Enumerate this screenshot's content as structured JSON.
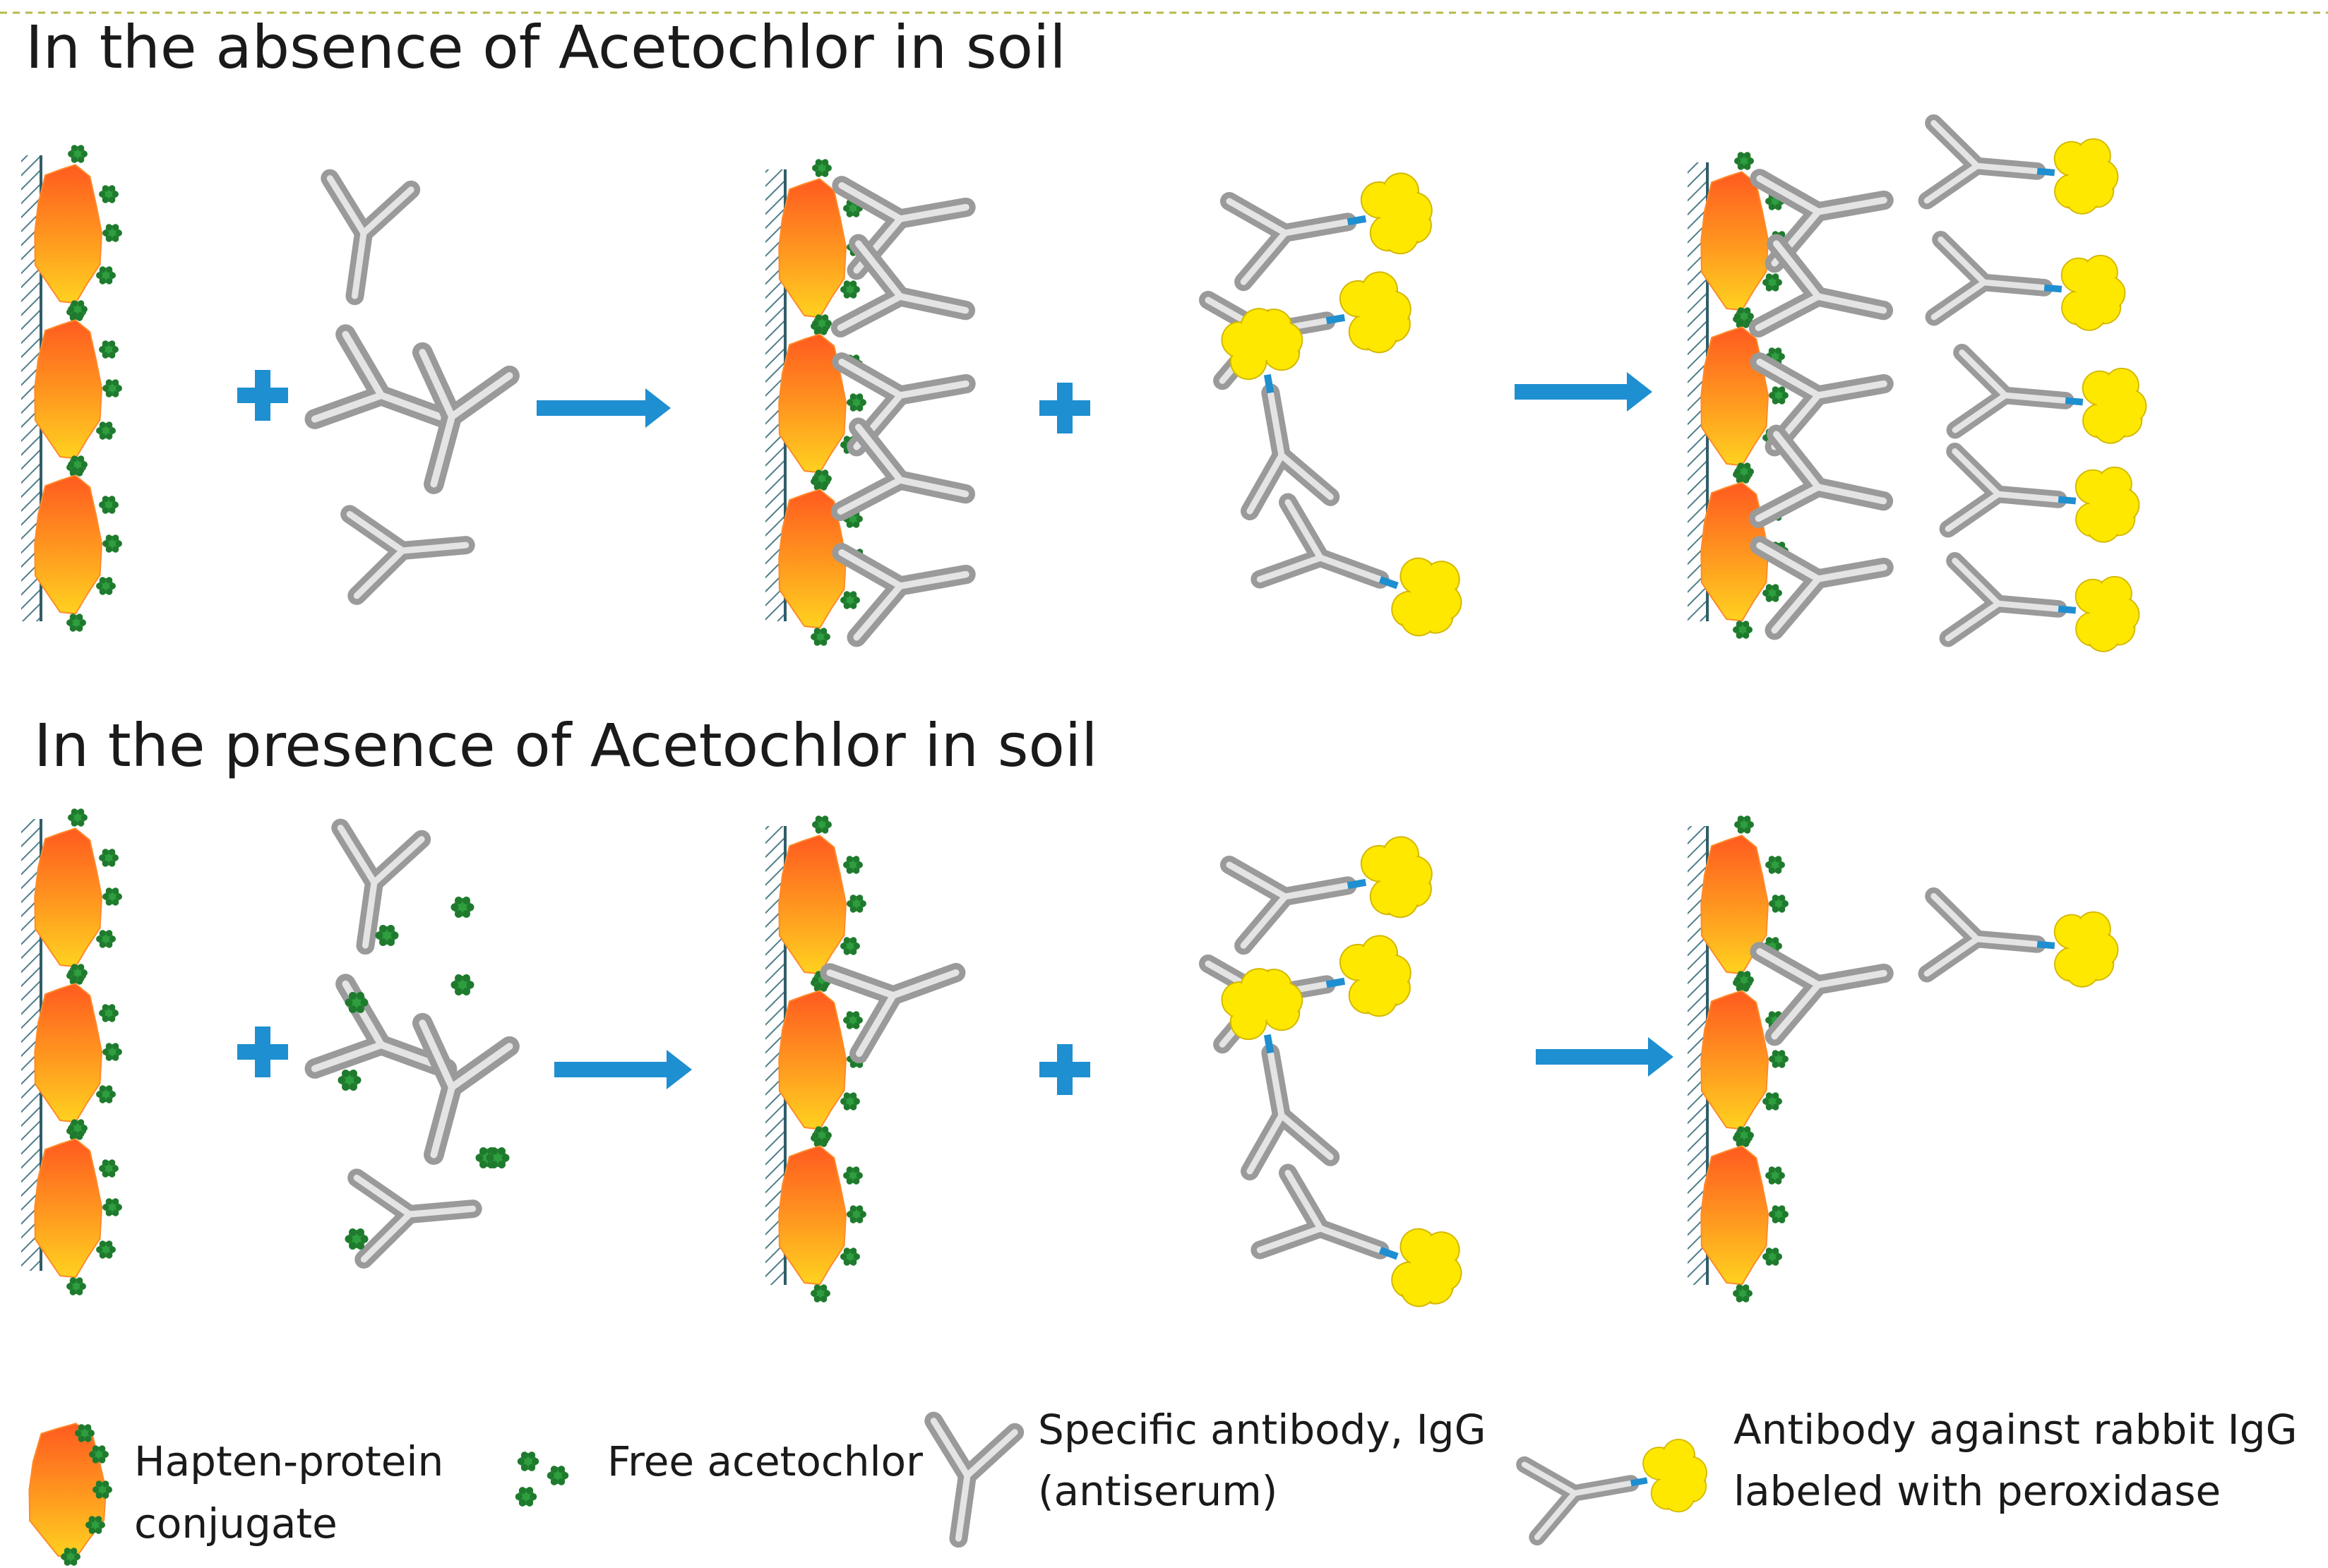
{
  "titles": {
    "absence": "In the absence of Acetochlor in soil",
    "presence": "In the presence of Acetochlor in soil"
  },
  "legend": {
    "conjugate_line1": "Hapten-protein",
    "conjugate_line2": "conjugate",
    "free_acetochlor": "Free acetochlor",
    "specific_antibody_line1": "Specific antibody, IgG",
    "specific_antibody_line2": "(antiserum)",
    "secondary_antibody_line1": "Antibody against rabbit IgG",
    "secondary_antibody_line2": "labeled with peroxidase"
  },
  "icons": {
    "conjugate": "hapten-protein-conjugate-icon",
    "free_acetochlor": "free-acetochlor-icon",
    "specific_antibody": "specific-antibody-icon",
    "secondary_antibody": "peroxidase-labeled-antibody-icon",
    "plus": "plus-icon",
    "arrow": "right-arrow-icon"
  },
  "colors": {
    "accent_blue": "#1e8fd0",
    "hapten_green": "#2e9e3e",
    "peroxidase_yellow": "#ffe800",
    "conjugate_top": "#ff5a1f",
    "conjugate_bottom": "#ffd21f",
    "antibody_gray": "#9a9a9a",
    "surface": "#5a8a96"
  }
}
